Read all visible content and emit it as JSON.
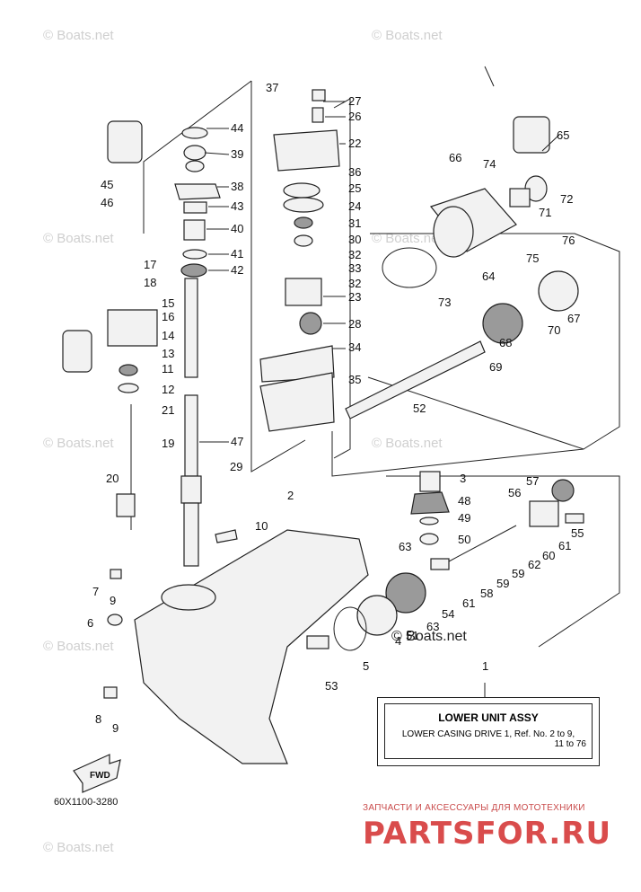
{
  "watermark": "© Boats.net",
  "center_watermark": "© Boats.net",
  "part_labels": [
    "1",
    "2",
    "3",
    "4",
    "5",
    "6",
    "7",
    "8",
    "9",
    "9",
    "10",
    "11",
    "12",
    "13",
    "14",
    "15",
    "16",
    "17",
    "18",
    "19",
    "20",
    "21",
    "22",
    "23",
    "24",
    "25",
    "26",
    "27",
    "28",
    "29",
    "30",
    "31",
    "32",
    "32",
    "33",
    "34",
    "35",
    "36",
    "37",
    "38",
    "39",
    "40",
    "41",
    "42",
    "43",
    "44",
    "45",
    "46",
    "47",
    "48",
    "49",
    "50",
    "51",
    "52",
    "53",
    "54",
    "55",
    "56",
    "57",
    "58",
    "59",
    "59",
    "60",
    "61",
    "61",
    "62",
    "63",
    "63",
    "64",
    "65",
    "66",
    "67",
    "68",
    "69",
    "70",
    "71",
    "72",
    "73",
    "74",
    "75",
    "76"
  ],
  "info_box": {
    "title": "LOWER UNIT ASSY",
    "line1": "LOWER CASING DRIVE 1,  Ref. No. 2 to 9,",
    "line2": "11 to 76"
  },
  "diagram_code": "60X1100-3280",
  "fwd_label": "FWD",
  "brand": {
    "tagline": "ЗАПЧАСТИ И АКСЕССУАРЫ ДЛЯ МОТОТЕХНИКИ",
    "name": "PARTSFOR.RU"
  }
}
